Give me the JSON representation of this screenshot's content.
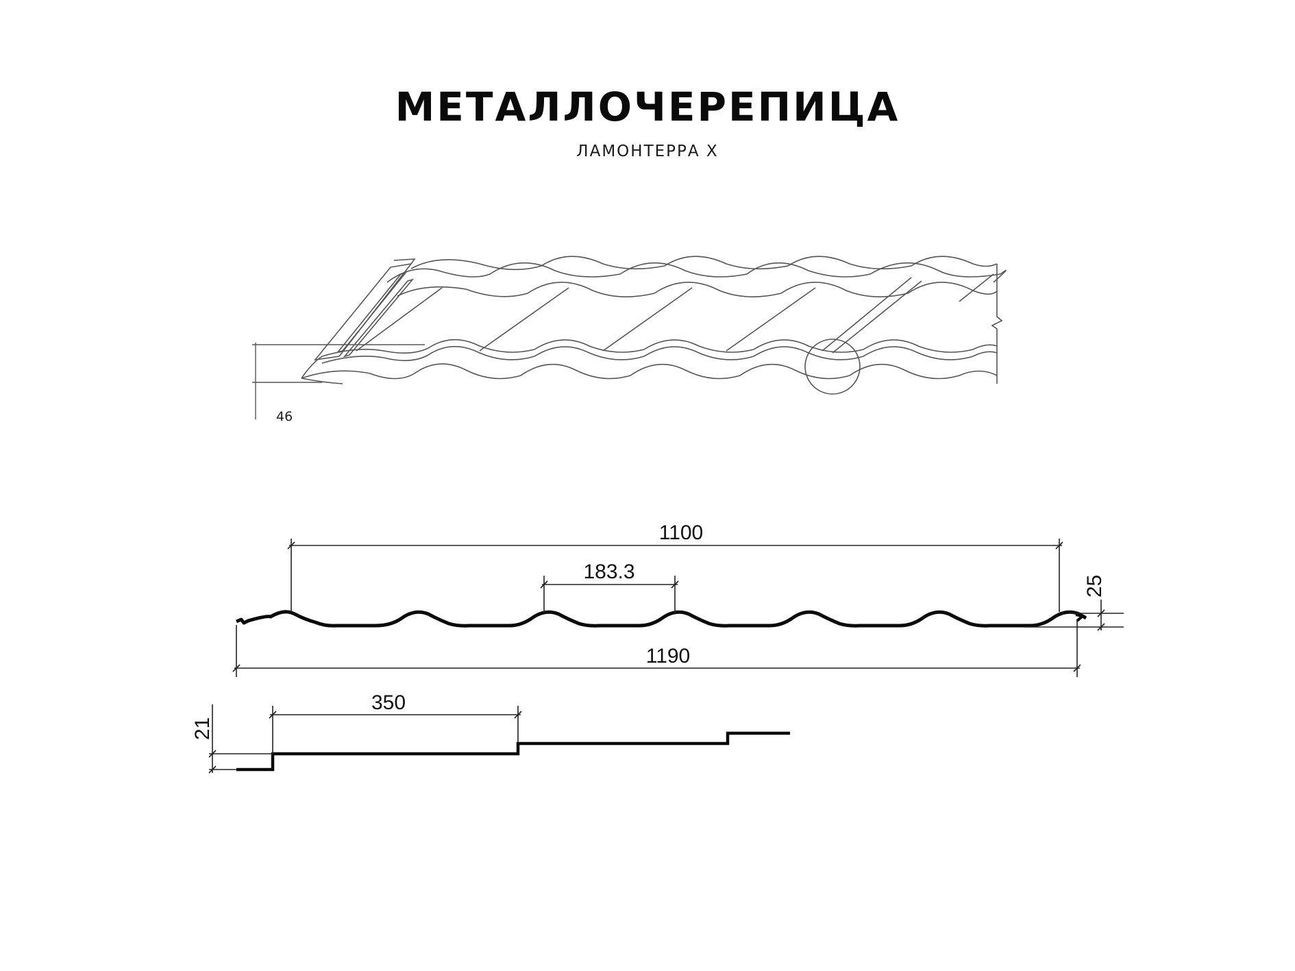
{
  "title": "МЕТАЛЛОЧЕРЕПИЦА",
  "subtitle": "ЛАМОНТЕРРА X",
  "iso_view": {
    "height_label": "46"
  },
  "cross_section": {
    "effective_width": "1100",
    "wave_pitch": "183.3",
    "profile_height": "25",
    "total_width": "1190"
  },
  "longitudinal_section": {
    "step_length": "350",
    "step_height": "21"
  },
  "colors": {
    "line": "#111111",
    "thin_line": "#444444",
    "background": "#ffffff"
  }
}
